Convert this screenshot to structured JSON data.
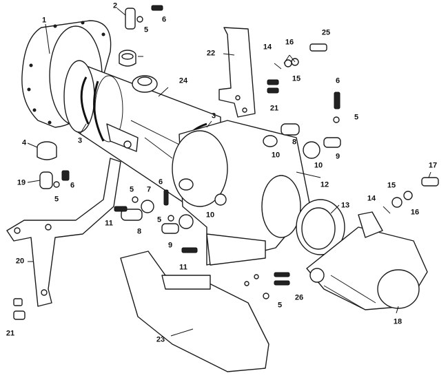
{
  "callouts": [
    {
      "id": "c1",
      "text": "1"
    },
    {
      "id": "c2",
      "text": "2"
    },
    {
      "id": "c3a",
      "text": "3"
    },
    {
      "id": "c3b",
      "text": "3"
    },
    {
      "id": "c4",
      "text": "4"
    },
    {
      "id": "c5a",
      "text": "5"
    },
    {
      "id": "c5b",
      "text": "5"
    },
    {
      "id": "c5c",
      "text": "5"
    },
    {
      "id": "c5d",
      "text": "5"
    },
    {
      "id": "c5e",
      "text": "5"
    },
    {
      "id": "c5f",
      "text": "5"
    },
    {
      "id": "c6a",
      "text": "6"
    },
    {
      "id": "c6b",
      "text": "6"
    },
    {
      "id": "c6c",
      "text": "6"
    },
    {
      "id": "c6d",
      "text": "6"
    },
    {
      "id": "c7",
      "text": "7"
    },
    {
      "id": "c8a",
      "text": "8"
    },
    {
      "id": "c8b",
      "text": "8"
    },
    {
      "id": "c9a",
      "text": "9"
    },
    {
      "id": "c9b",
      "text": "9"
    },
    {
      "id": "c10a",
      "text": "10"
    },
    {
      "id": "c10b",
      "text": "10"
    },
    {
      "id": "c10c",
      "text": "10"
    },
    {
      "id": "c11a",
      "text": "11"
    },
    {
      "id": "c11b",
      "text": "11"
    },
    {
      "id": "c12",
      "text": "12"
    },
    {
      "id": "c13",
      "text": "13"
    },
    {
      "id": "c14a",
      "text": "14"
    },
    {
      "id": "c14b",
      "text": "14"
    },
    {
      "id": "c15a",
      "text": "15"
    },
    {
      "id": "c15b",
      "text": "15"
    },
    {
      "id": "c16a",
      "text": "16"
    },
    {
      "id": "c16b",
      "text": "16"
    },
    {
      "id": "c17",
      "text": "17"
    },
    {
      "id": "c18",
      "text": "18"
    },
    {
      "id": "c19",
      "text": "19"
    },
    {
      "id": "c20",
      "text": "20"
    },
    {
      "id": "c21a",
      "text": "21"
    },
    {
      "id": "c21b",
      "text": "21"
    },
    {
      "id": "c22",
      "text": "22"
    },
    {
      "id": "c23",
      "text": "23"
    },
    {
      "id": "c24",
      "text": "24"
    },
    {
      "id": "c25",
      "text": "25"
    },
    {
      "id": "c26",
      "text": "26"
    }
  ]
}
